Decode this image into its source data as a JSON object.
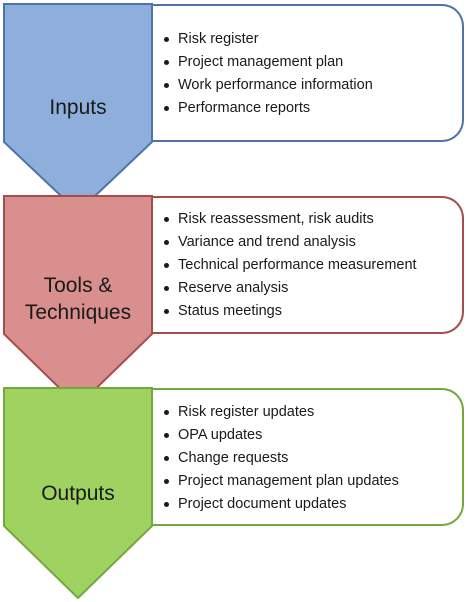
{
  "stages": [
    {
      "name": "Inputs",
      "fill": "#8eaedb",
      "stroke": "#4f73a8",
      "items": [
        "Risk register",
        "Project management plan",
        "Work performance information",
        "Performance reports"
      ]
    },
    {
      "name": "Tools &\nTechniques",
      "fill": "#d98f8d",
      "stroke": "#a64c4a",
      "items": [
        "Risk reassessment, risk audits",
        "Variance and trend analysis",
        "Technical performance measurement",
        "Reserve analysis",
        "Status meetings"
      ]
    },
    {
      "name": "Outputs",
      "fill": "#9fd261",
      "stroke": "#74a83c",
      "items": [
        "Risk register updates",
        "OPA updates",
        "Change requests",
        "Project management plan updates",
        "Project document updates"
      ]
    }
  ]
}
